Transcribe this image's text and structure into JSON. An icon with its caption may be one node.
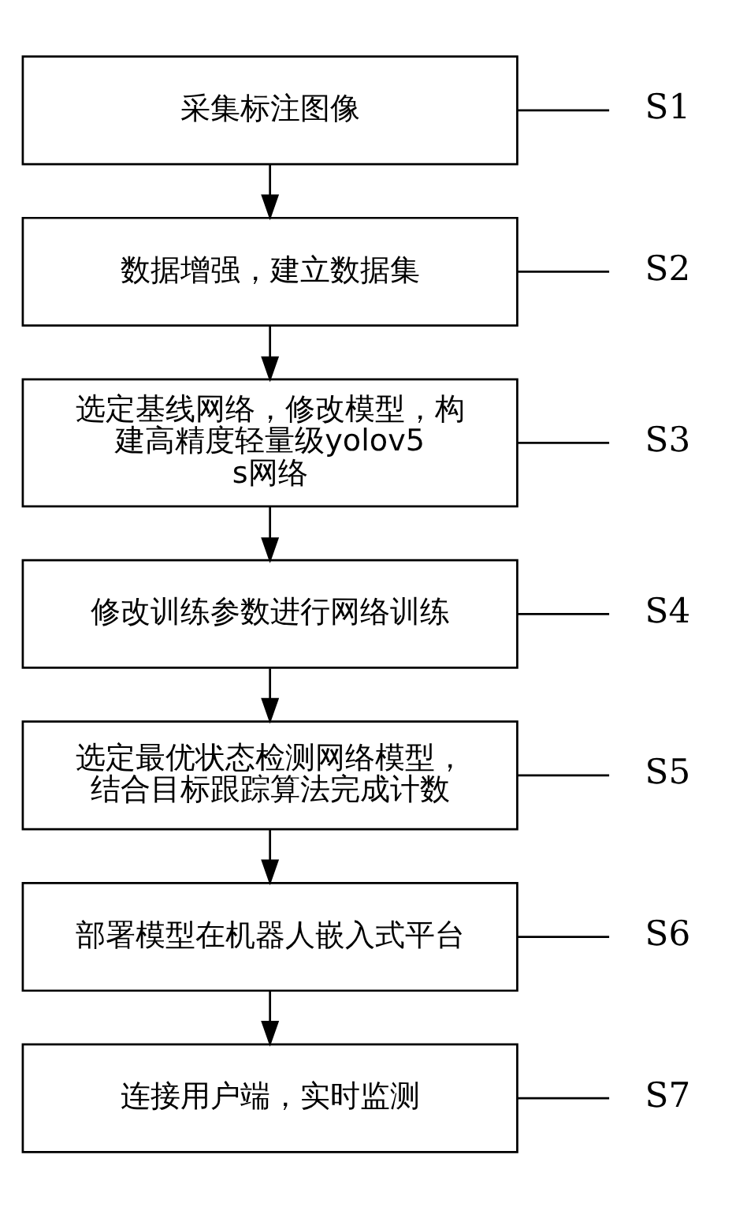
{
  "diagram": {
    "nodes": [
      {
        "text": [
          "采集标注图像"
        ]
      },
      {
        "text": [
          "数据增强，建立数据集"
        ]
      },
      {
        "text": [
          "选定基线网络，修改模型，构建高精度轻量级yolov5s网络"
        ]
      },
      {
        "text": [
          "修改训练参数进行网络训练"
        ]
      },
      {
        "text": [
          "选定最优状态检测网络模型，结合目标跟踪算法完成计数"
        ]
      },
      {
        "text": [
          "部署模型在机器人嵌入式平台"
        ]
      },
      {
        "text": [
          "连接用户端，实时监测"
        ]
      },
      {
        "text": [
          "S1"
        ]
      },
      {
        "text": [
          "S2"
        ]
      },
      {
        "text": [
          "S3"
        ]
      },
      {
        "text": [
          "S4"
        ]
      },
      {
        "text": [
          "S5"
        ]
      },
      {
        "text": [
          "S6"
        ]
      },
      {
        "text": [
          "S7"
        ]
      }
    ],
    "edges": [
      {
        "from": 0,
        "to": 1,
        "arrow": "to"
      },
      {
        "from": 1,
        "to": 2,
        "arrow": "to"
      },
      {
        "from": 2,
        "to": 3,
        "arrow": "to"
      },
      {
        "from": 3,
        "to": 4,
        "arrow": "to"
      },
      {
        "from": 4,
        "to": 5,
        "arrow": "to"
      },
      {
        "from": 5,
        "to": 6,
        "arrow": "to"
      },
      {
        "from": 7,
        "to": 0,
        "arrow": "none"
      },
      {
        "from": 8,
        "to": 1,
        "arrow": "none"
      },
      {
        "from": 9,
        "to": 2,
        "arrow": "none"
      },
      {
        "from": 10,
        "to": 3,
        "arrow": "none"
      },
      {
        "from": 11,
        "to": 4,
        "arrow": "none"
      },
      {
        "from": 12,
        "to": 5,
        "arrow": "none"
      },
      {
        "from": 13,
        "to": 6,
        "arrow": "none"
      }
    ]
  }
}
